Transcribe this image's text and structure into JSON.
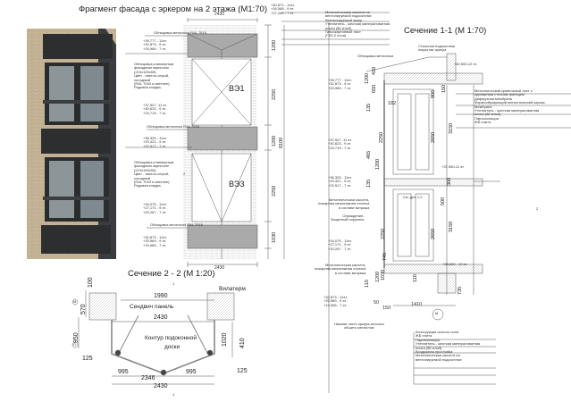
{
  "facade": {
    "title": "Фрагмент фасада с эркером на 2 этажа (М1:70)",
    "width_dim": "2430",
    "width_dim_bottom": "2430",
    "top_marks": [
      "+40,872 - 11эт.",
      "+34,068 - 9 эт.",
      "+27,164 - 7 эт."
    ],
    "window_1": "ВЭ1",
    "window_3": "ВЭ3",
    "dims": [
      "1200",
      "2250",
      "1200",
      "8100",
      "2250",
      "1030"
    ],
    "callouts": [
      {
        "text": "Облицовка металлом RAL 7015"
      },
      {
        "text": "Облицовка металлом RAL 7015"
      },
      {
        "text": "Облицовка металлом RAL 7015"
      }
    ],
    "brick_note_1": [
      "Облицовка клинкерным",
      "фасадным кирпичом",
      "(210х100х50).",
      "Цвет - светло-серый,",
      "холодный",
      "(RAL 7040 и светлее).",
      "Рядовая кладка."
    ],
    "brick_note_2": [
      "Облицовка клинкерным",
      "фасадным кирпичом",
      "(210х100х50).",
      "Цвет - светло-серый,",
      "холодный",
      "(RAL 7040 и светлее).",
      "Рядовая кладка."
    ],
    "levels": [
      [
        "+39,777 - 11эт.",
        "+32,873 - 9 эт.",
        "+25,969 - 7 эт."
      ],
      [
        "+37,527 -11 эт.",
        "+30,623 - 9 эт.",
        "+23,719 - 7 эт."
      ],
      [
        "+36,325 - 11эт.",
        "+29,421 - 9 эт.",
        "+22,517 - 7 эт."
      ],
      [
        "+34,075 - 11эт.",
        "+27,171 - 9 эт.",
        "+20,267 - 7 эт."
      ],
      [
        "+32,873 - 11эт.",
        "+25,969 - 9 эт.",
        "+19,065 - 7 эт."
      ]
    ],
    "section_mark": "2"
  },
  "section22": {
    "title": "Сечение 2 - 2 (М 1:20)",
    "labels": {
      "vilaterm": "Вилатерм",
      "sandwich": "Сендвич панель",
      "contour": "Контур подоконной",
      "contour2": "доски"
    },
    "dims": {
      "d100": "100",
      "d570": "570",
      "d950": "950",
      "d1990": "1990",
      "d2430a": "2430",
      "d1020": "1020",
      "d410": "410",
      "d125a": "125",
      "d125b": "125",
      "d995a": "995",
      "d995b": "995",
      "d2346": "2346",
      "d2430b": "2430"
    },
    "axes": {
      "m": "М",
      "l": "Л"
    },
    "cut": "1"
  },
  "section11": {
    "title": "Сечение 1-1 (М 1:70)",
    "wall_layers": [
      "Металлическая кассета на",
      "вентилируемой подсистеме",
      "Вентилируемый зазор",
      "Утеплитель - жесткая минераловатная",
      "плита (80 кг/м3)",
      "Гипсокартонный лист",
      "(ГКЛ-2 слоя)"
    ],
    "steel": [
      "Стальная подсистема",
      "покрытия эркера"
    ],
    "metal_cladding": "Облицовка металлом",
    "roof_layers": [
      "Металлический кровельный лист с",
      "одинарным стоячим фальцем",
      "Диффузная мембрана",
      "Формообразующий металлический каркас.",
      "Мембрана",
      "Утеплитель - жесткая минераловатная",
      "плита (80 кг/м3)",
      "Пароизоляция",
      "ЖБ плита"
    ],
    "floor_layers": [
      "Конструкция чистого пола",
      "ЖБ плита",
      "Пароизоляция",
      "Утеплитель - жесткая минераловатная",
      "плита (80 кг/м3)",
      "Воздушная прослойка",
      "Металлическая кассета на",
      "вентилируемой подсистеме"
    ],
    "marks": {
      "top": "+40,500-12 эт.",
      "mid": "+37,050-11 эт.",
      "bot": "+33,600 - 10 эт."
    },
    "levels": [
      [
        "+39,777 - 11эт.",
        "+32,873 - 9 эт.",
        "+25,969 - 7 эт."
      ],
      [
        "+37,527 -11 эт.",
        "+30,623 - 9 эт.",
        "+23,719 - 7 эт."
      ],
      [
        "+36,325 - 11эт.",
        "+29,421 - 9 эт.",
        "+22,517 - 7 эт."
      ],
      [
        "+34,075 - 11эт.",
        "+27,171 - 9 эт.",
        "+20,267 - 7 эт."
      ],
      [
        "+32,873 - 11эт.",
        "+25,969 - 9 эт.",
        "+19,065 - 7 эт."
      ]
    ],
    "cassette_1": [
      "Металлическая кассета,",
      "пожарная межэтажная отсечка",
      "в составе витража"
    ],
    "cassette_2": [
      "Металлическая кассета,",
      "пожарная межэтажная отсечка",
      "в составе витража"
    ],
    "railing": [
      "Ограждение-",
      "Защитный поручень"
    ],
    "see_detail": "См. дет. 1,2",
    "bottom_note": [
      "Нижняя часть эркера-кессона",
      "обшить металлом"
    ],
    "dims": {
      "d410": "410",
      "d1200a": "1200",
      "d650": "650",
      "d135a": "135",
      "d182": "182",
      "d900": "900",
      "d150": "150",
      "d2250a": "2250",
      "d2650a": "2650",
      "d3150a": "3150",
      "d465": "465",
      "d1200b": "1200",
      "d135b": "135",
      "d300": "300",
      "d500": "500",
      "d2250b": "2250",
      "d2650b": "2650",
      "d3150b": "3150",
      "d745": "745",
      "d1200c": "1200",
      "d1030": "1030",
      "d110a": "110",
      "d110b": "110",
      "d735": "735",
      "d50": "50",
      "d1410": "1410"
    },
    "axis": "М",
    "cut": "2"
  }
}
